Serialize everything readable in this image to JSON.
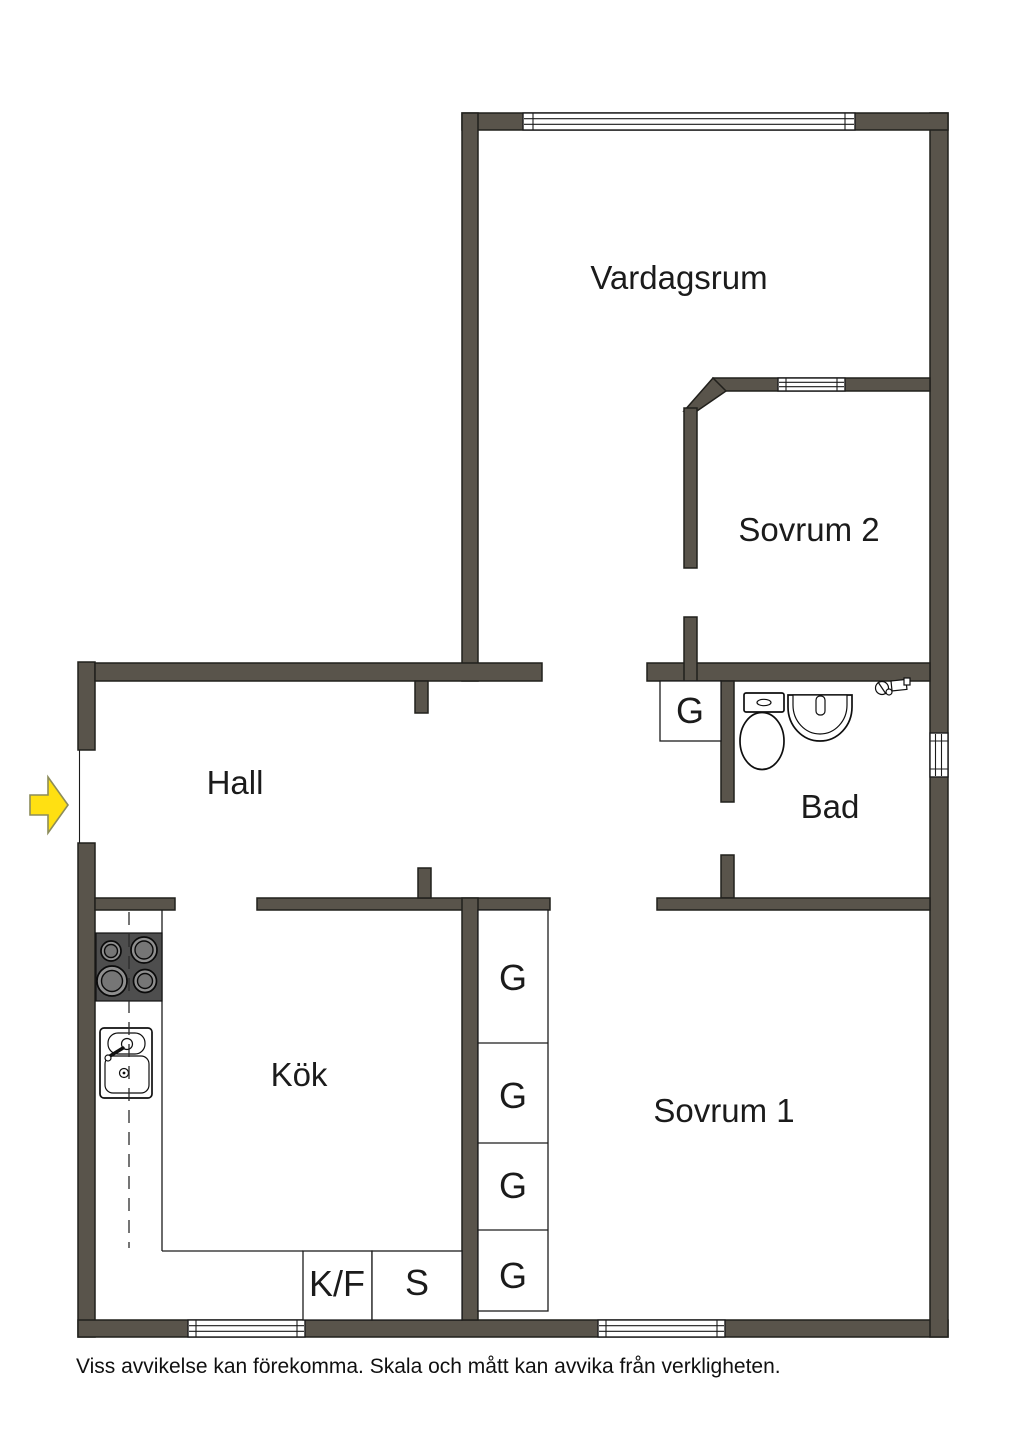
{
  "colors": {
    "wall": "#59544B",
    "outline": "#21201c",
    "arrow_fill": "#FFE012",
    "stove": "#4E4E4E",
    "text": "#1b1b1b"
  },
  "rooms": {
    "vardagsrum": "Vardagsrum",
    "sovrum2": "Sovrum 2",
    "hall": "Hall",
    "bad": "Bad",
    "kok": "Kök",
    "sovrum1": "Sovrum 1"
  },
  "storage": {
    "bad_closet": "G",
    "closet_1": "G",
    "closet_2": "G",
    "closet_3": "G",
    "closet_4": "G",
    "fridge_freezer": "K/F",
    "cabinet": "S"
  },
  "footer": {
    "disclaimer": "Viss avvikelse kan förekomma. Skala och mått kan avvika från verkligheten."
  }
}
